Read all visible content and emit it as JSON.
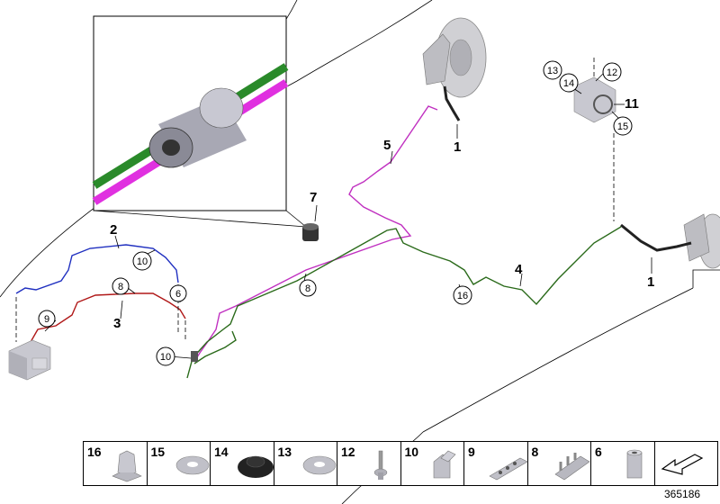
{
  "callouts": {
    "c1a": "1",
    "c1b": "1",
    "c2": "2",
    "c3": "3",
    "c4": "4",
    "c5": "5",
    "c7": "7",
    "c11": "11",
    "circ6": "6",
    "circ8a": "8",
    "circ8b": "8",
    "circ9": "9",
    "circ10a": "10",
    "circ10b": "10",
    "circ12": "12",
    "circ13": "13",
    "circ14": "14",
    "circ15": "15",
    "circ16": "16"
  },
  "parts_bar": {
    "items": [
      {
        "number": "16",
        "icon": "clip-icon"
      },
      {
        "number": "15",
        "icon": "washer-icon"
      },
      {
        "number": "14",
        "icon": "grommet-icon"
      },
      {
        "number": "13",
        "icon": "washer-icon"
      },
      {
        "number": "12",
        "icon": "rivet-icon"
      },
      {
        "number": "10",
        "icon": "bracket-icon"
      },
      {
        "number": "9",
        "icon": "pipe-holder-icon"
      },
      {
        "number": "8",
        "icon": "pipe-holder-icon"
      },
      {
        "number": "6",
        "icon": "bushing-icon"
      },
      {
        "number": "",
        "icon": "arrow-icon"
      }
    ]
  },
  "document_number": "365186",
  "colors": {
    "magenta_pipe": "#c030c0",
    "green_pipe": "#2a6a1a",
    "blue_pipe": "#2030c0",
    "red_pipe": "#b01818",
    "part_gray": "#a0a0a8"
  }
}
